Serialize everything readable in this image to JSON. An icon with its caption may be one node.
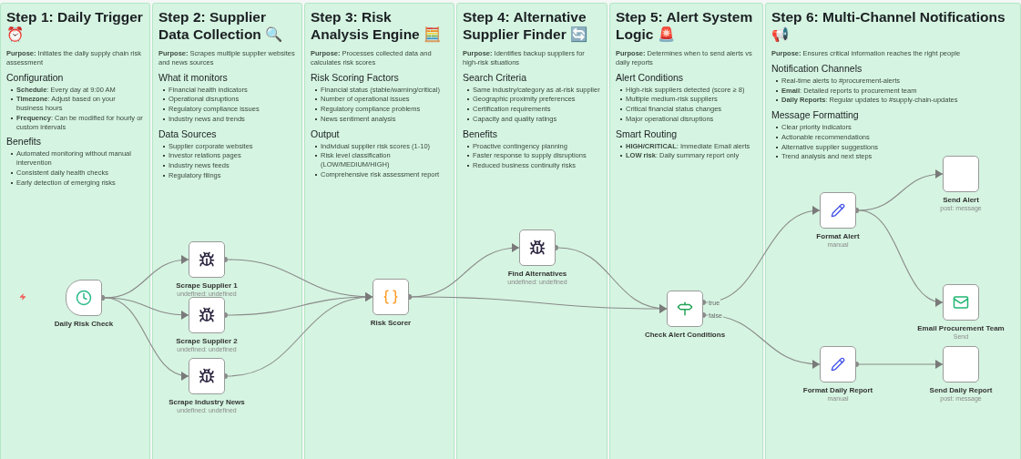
{
  "diagram": {
    "nodes": [
      {
        "text": [
          "Step 1: Daily Trigger ⏰",
          "**Purpose:** Initiates the daily supply chain risk assessment",
          "Configuration",
          "**Schedule**: Every day at 9:00 AM",
          "**Timezone**: Adjust based on your business hours",
          "**Frequency**: Can be modified for hourly or custom intervals",
          "Benefits",
          "Automated monitoring without manual intervention",
          "Consistent daily health checks",
          "Early detection of emerging risks"
        ]
      },
      {
        "text": [
          "Step 2: Supplier Data Collection 🔍",
          "**Purpose:** Scrapes multiple supplier websites and news sources",
          "What it monitors",
          "Financial health indicators",
          "Operational disruptions",
          "Regulatory compliance issues",
          "Industry news and trends",
          "Data Sources",
          "Supplier corporate websites",
          "Investor relations pages",
          "Industry news feeds",
          "Regulatory filings"
        ]
      },
      {
        "text": [
          "Step 3: Risk Analysis Engine 🧮",
          "**Purpose:** Processes collected data and calculates risk scores",
          "Risk Scoring Factors",
          "Financial status (stable/warning/critical)",
          "Number of operational issues",
          "Regulatory compliance problems",
          "News sentiment analysis",
          "Output",
          "Individual supplier risk scores (1-10)",
          "Risk level classification (LOW/MEDIUM/HIGH)",
          "Comprehensive risk assessment report"
        ]
      },
      {
        "text": [
          "Step 4: Alternative Supplier Finder 🔄",
          "**Purpose:** Identifies backup suppliers for high-risk situations",
          "Search Criteria",
          "Same industry/category as at-risk supplier",
          "Geographic proximity preferences",
          "Certification requirements",
          "Capacity and quality ratings",
          "Benefits",
          "Proactive contingency planning",
          "Faster response to supply disruptions",
          "Reduced business continuity risks"
        ]
      },
      {
        "text": [
          "Step 5: Alert System Logic 🚨",
          "**Purpose:** Determines when to send alerts vs daily reports",
          "Alert Conditions",
          "High-risk suppliers detected (score ≥ 8)",
          "Multiple medium-risk suppliers",
          "Critical financial status changes",
          "Major operational disruptions",
          "Smart Routing",
          "**HIGH/CRITICAL**: Immediate Email alerts",
          "**LOW risk**: Daily summary report only"
        ]
      },
      {
        "text": [
          "Step 6: Multi-Channel Notifications 📢",
          "**Purpose:** Ensures critical information reaches the right people",
          "Notification Channels",
          "Real-time alerts to #procurement-alerts",
          "**Email**: Detailed reports to procurement team",
          "**Daily Reports**: Regular updates to #supply-chain-updates",
          "Message Formatting",
          "Clear priority indicators",
          "Actionable recommendations",
          "Alternative supplier suggestions",
          "Trend analysis and next steps"
        ]
      },
      {
        "text": [
          "Daily Risk Check"
        ],
        "in": 0
      },
      {
        "text": [
          "Scrape Supplier 1",
          "undefined: undefined"
        ],
        "in": 1
      },
      {
        "text": [
          "Scrape Supplier 2",
          "undefined: undefined"
        ],
        "in": 1
      },
      {
        "text": [
          "Scrape Industry News",
          "undefined: undefined"
        ],
        "in": 1
      },
      {
        "text": [
          "Risk Scorer"
        ],
        "in": 2
      },
      {
        "text": [
          "Find Alternatives",
          "undefined: undefined"
        ],
        "in": 3
      },
      {
        "text": [
          "Check Alert Conditions"
        ],
        "in": 4
      },
      {
        "text": [
          "Format Alert",
          "manual"
        ],
        "in": 5
      },
      {
        "text": [
          "Send Alert",
          "post: message"
        ],
        "in": 5
      },
      {
        "text": [
          "Email Procurement Team",
          "Send"
        ],
        "in": 5
      },
      {
        "text": [
          "Format Daily Report",
          "manual"
        ],
        "in": 5
      },
      {
        "text": [
          "Send Daily Report",
          "post: message"
        ],
        "in": 5
      }
    ],
    "edges": [
      {
        "from": 6,
        "to": 7,
        "arrow": "to"
      },
      {
        "from": 6,
        "to": 8,
        "arrow": "to"
      },
      {
        "from": 6,
        "to": 9,
        "arrow": "to"
      },
      {
        "from": 7,
        "to": 10,
        "arrow": "to"
      },
      {
        "from": 8,
        "to": 10,
        "arrow": "to"
      },
      {
        "from": 9,
        "to": 10,
        "arrow": "to"
      },
      {
        "from": 10,
        "to": 11,
        "arrow": "to"
      },
      {
        "from": 10,
        "to": 12,
        "arrow": "to"
      },
      {
        "from": 11,
        "to": 12,
        "arrow": "to"
      },
      {
        "from": 12,
        "to": 13,
        "label": "true",
        "arrow": "to"
      },
      {
        "from": 12,
        "to": 16,
        "label": "false",
        "arrow": "to"
      },
      {
        "from": 13,
        "to": 14,
        "arrow": "to"
      },
      {
        "from": 13,
        "to": 15,
        "arrow": "to"
      },
      {
        "from": 16,
        "to": 17,
        "arrow": "to"
      }
    ]
  }
}
